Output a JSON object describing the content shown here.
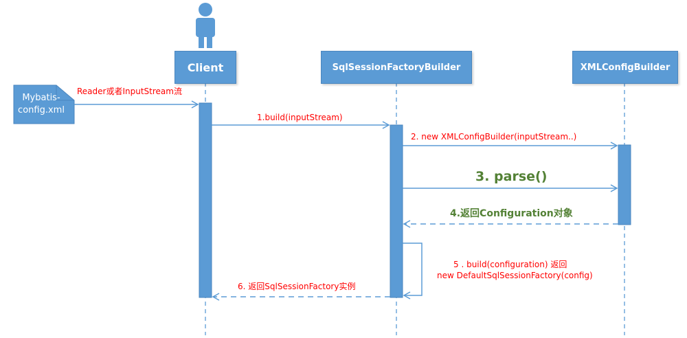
{
  "colors": {
    "box_fill": "#5b9bd5",
    "box_border": "#4a86bf",
    "lifeline": "#5b9bd5",
    "arrow": "#5b9bd5",
    "red_label": "#ff0000",
    "green_label": "#538135"
  },
  "actor": {
    "icon": "user-icon"
  },
  "participants": {
    "client": "Client",
    "builder": "SqlSessionFactoryBuilder",
    "xml": "XMLConfigBuilder"
  },
  "note": {
    "line1": "Mybatis-",
    "line2": "config.xml"
  },
  "messages": {
    "m0": "Reader或者InputStream流",
    "m1": "1.build(inputStream)",
    "m2": "2. new XMLConfigBuilder(inputStream..)",
    "m3": "3. parse()",
    "m4": "4.返回Configuration对象",
    "m5_line1": "5 . build(configuration) 返回",
    "m5_line2": "new DefaultSqlSessionFactory(config)",
    "m6": "6. 返回SqlSessionFactory实例"
  }
}
